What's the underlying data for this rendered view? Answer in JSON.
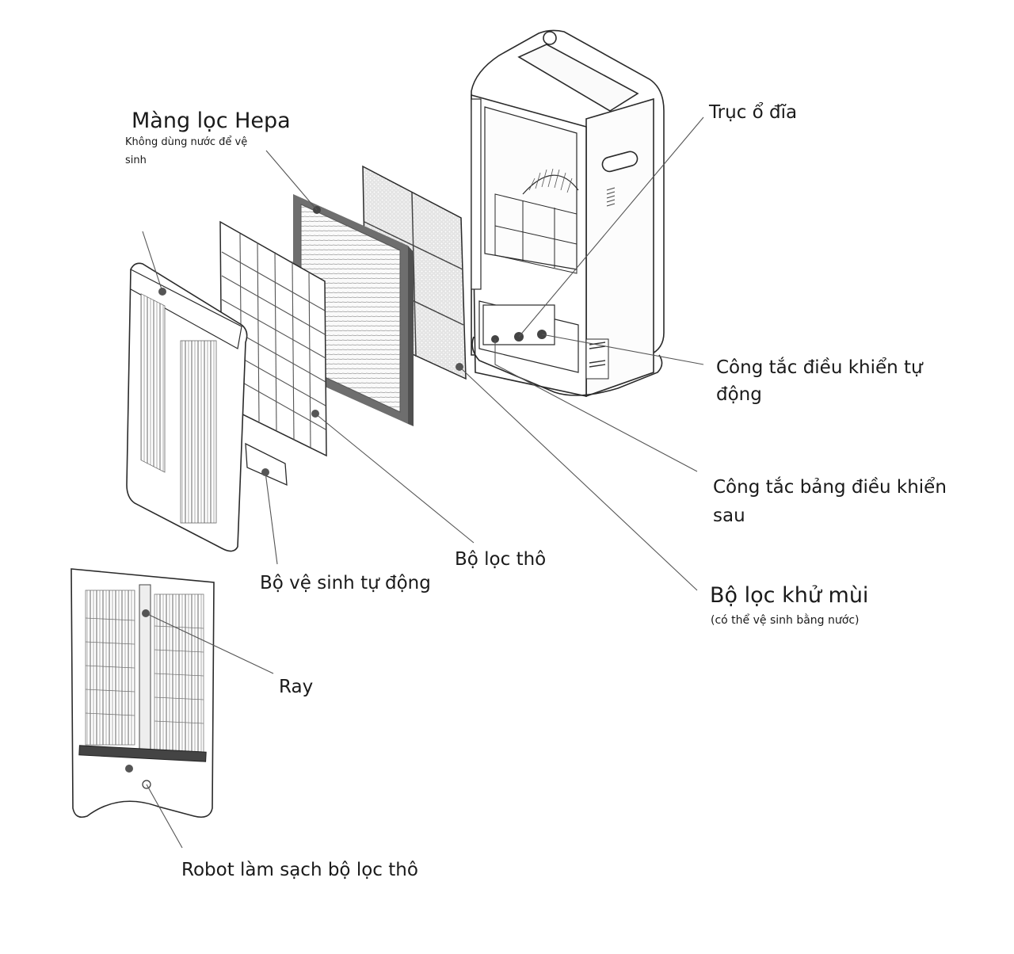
{
  "labels": {
    "hepa_title": "Màng lọc Hepa",
    "hepa_note_line1": "Không dùng nước để vệ",
    "hepa_note_line2": "sinh",
    "disk_shaft": "Trục ổ đĩa",
    "auto_switch_line1": "Công tắc điều khiển tự",
    "auto_switch_line2": "động",
    "rear_panel_switch_line1": "Công tắc bảng điều khiển",
    "rear_panel_switch_line2": "sau",
    "deodorizing_filter": "Bộ lọc khử mùi",
    "deodorizing_note": "(có thể vệ sinh bằng nước)",
    "pre_filter": "Bộ lọc thô",
    "auto_cleaner": "Bộ vệ sinh tự động",
    "rail": "Ray",
    "pre_filter_robot": "Robot làm sạch bộ lọc thô"
  },
  "colors": {
    "line": "#2a2a2a",
    "leader": "#555555",
    "hepa_frame": "#6e6e6e",
    "marker": "#555555"
  }
}
